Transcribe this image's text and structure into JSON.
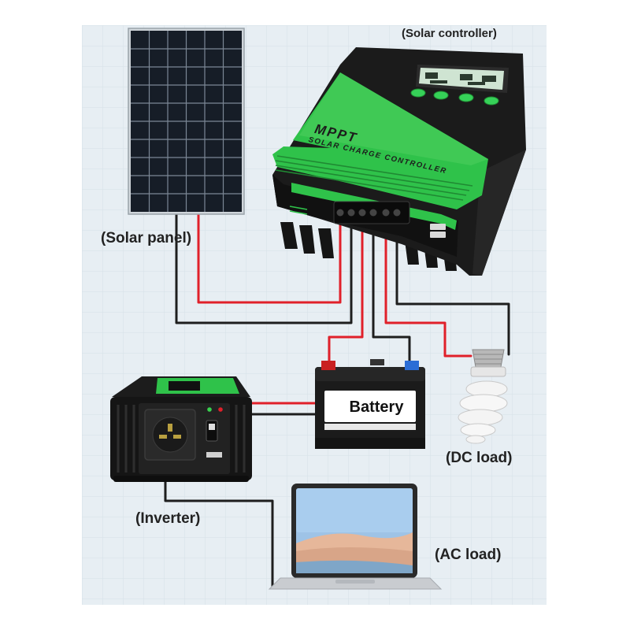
{
  "labels": {
    "solar_controller": "(Solar controller)",
    "solar_panel": "(Solar panel)",
    "battery": "Battery",
    "dc_load": "(DC load)",
    "inverter": "(Inverter)",
    "ac_load": "(AC load)"
  },
  "controller": {
    "brand_title": "MPPT",
    "brand_subtitle": "SOLAR CHARGE CONTROLLER"
  },
  "colors": {
    "accent_green": "#2fc24a",
    "wire_red": "#e0202a",
    "wire_black": "#1e1e1e",
    "board_background": "#e7eef3"
  }
}
